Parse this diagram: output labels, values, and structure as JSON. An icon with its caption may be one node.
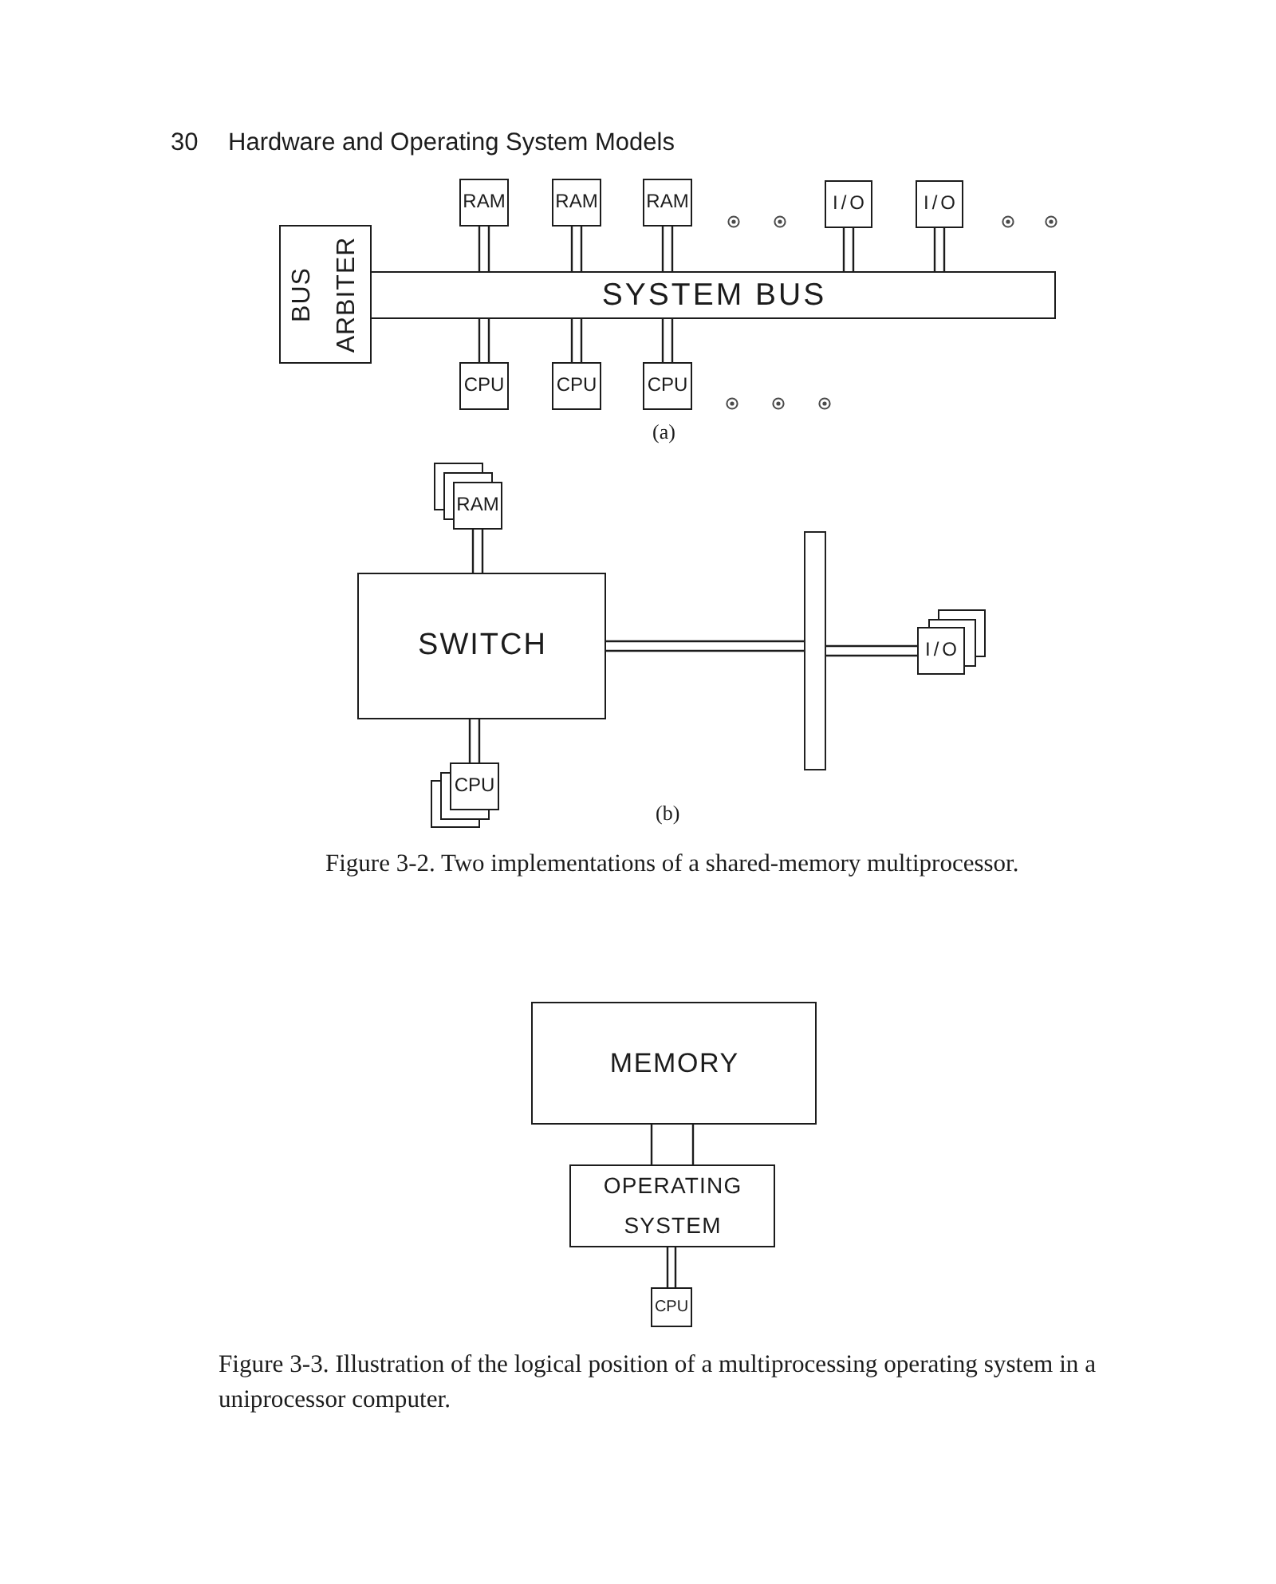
{
  "diagram": {
    "nodes": [
      {
        "text": [
          "BUS ARBITER"
        ]
      },
      {
        "text": [
          "SYSTEM BUS"
        ]
      },
      {
        "text": [
          "RAM"
        ]
      },
      {
        "text": [
          "RAM"
        ]
      },
      {
        "text": [
          "RAM"
        ]
      },
      {
        "text": [
          "I/O"
        ]
      },
      {
        "text": [
          "I/O"
        ]
      },
      {
        "text": [
          "CPU"
        ]
      },
      {
        "text": [
          "CPU"
        ]
      },
      {
        "text": [
          "CPU"
        ]
      },
      {
        "text": [
          "SWITCH"
        ]
      },
      {
        "text": [
          "RAM"
        ]
      },
      {
        "text": [
          "CPU"
        ]
      },
      {
        "text": [],
        "shape": "bar"
      },
      {
        "text": [
          "I/O"
        ]
      },
      {
        "text": [
          "MEMORY"
        ]
      },
      {
        "text": [
          "OPERATING SYSTEM"
        ]
      },
      {
        "text": [
          "CPU"
        ]
      }
    ],
    "edges": [
      {
        "from": 2,
        "to": 1,
        "arrow": "none"
      },
      {
        "from": 3,
        "to": 1,
        "arrow": "none"
      },
      {
        "from": 4,
        "to": 1,
        "arrow": "none"
      },
      {
        "from": 5,
        "to": 1,
        "arrow": "none"
      },
      {
        "from": 6,
        "to": 1,
        "arrow": "none"
      },
      {
        "from": 1,
        "to": 7,
        "arrow": "none"
      },
      {
        "from": 1,
        "to": 8,
        "arrow": "none"
      },
      {
        "from": 1,
        "to": 9,
        "arrow": "none"
      },
      {
        "from": 11,
        "to": 10,
        "arrow": "none"
      },
      {
        "from": 10,
        "to": 12,
        "arrow": "none"
      },
      {
        "from": 10,
        "to": 13,
        "arrow": "none"
      },
      {
        "from": 13,
        "to": 14,
        "arrow": "none"
      },
      {
        "from": 15,
        "to": 16,
        "arrow": "none"
      },
      {
        "from": 16,
        "to": 17,
        "arrow": "none"
      }
    ],
    "labels": [
      "30",
      "Hardware and Operating System Models",
      "(a)",
      "(b)",
      "Figure 3-2. Two implementations of a shared-memory multiprocessor.",
      "Figure 3-3. Illustration of the logical position of a multiprocessing operating system in a uniprocessor computer."
    ]
  }
}
